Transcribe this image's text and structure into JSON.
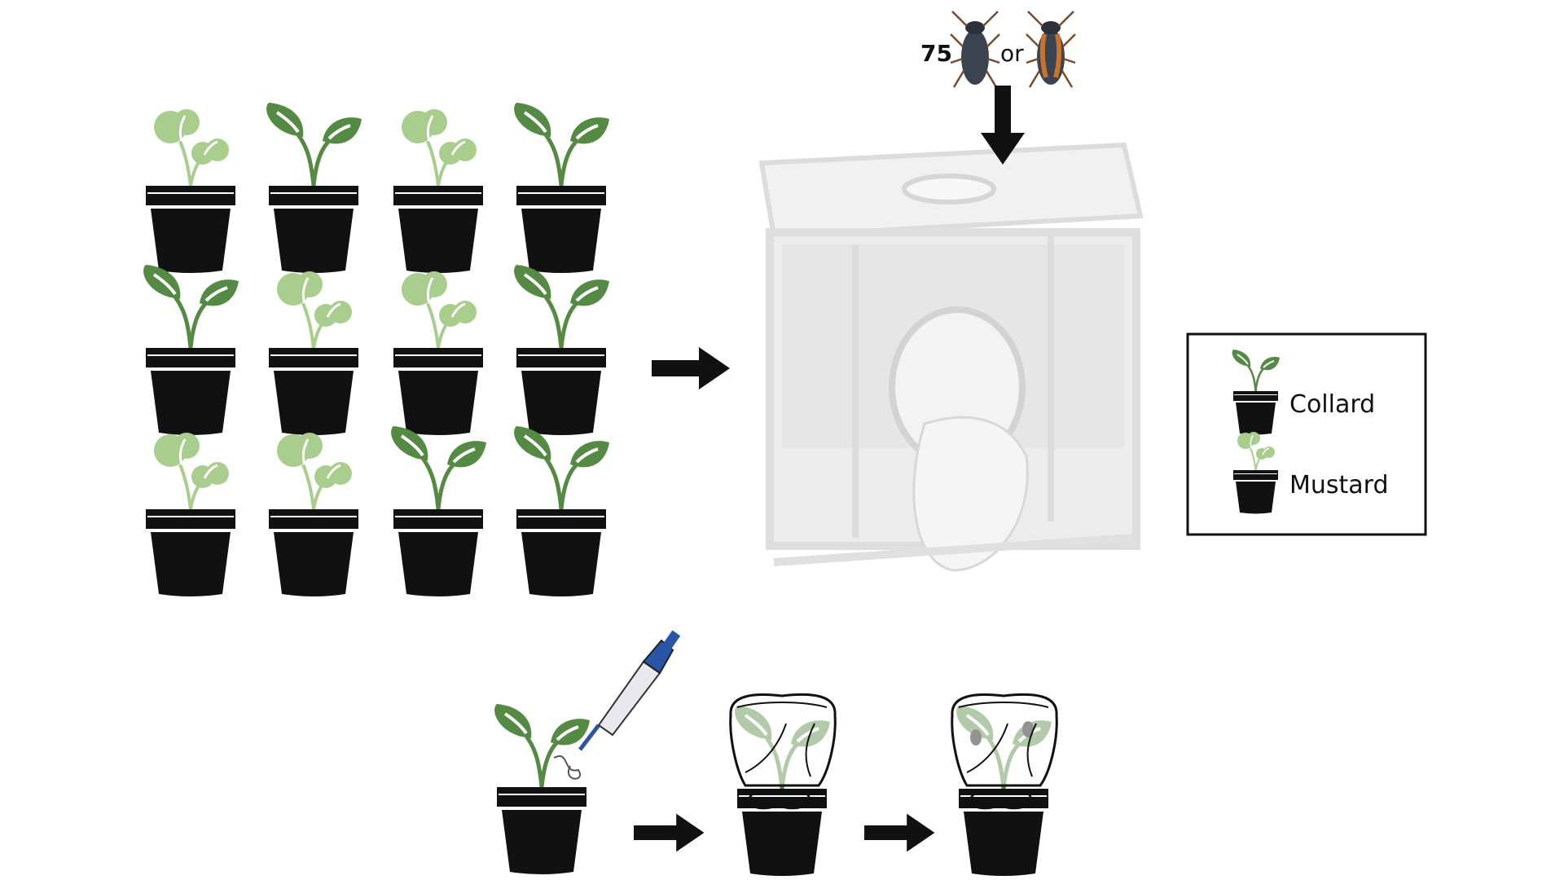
{
  "beetle_count": "75",
  "beetle_connector": "or",
  "legend": {
    "items": [
      {
        "label": "Collard"
      },
      {
        "label": "Mustard"
      }
    ]
  },
  "grid": {
    "rows": [
      [
        "mustard",
        "collard",
        "mustard",
        "collard"
      ],
      [
        "collard",
        "mustard",
        "mustard",
        "collard"
      ],
      [
        "mustard",
        "mustard",
        "collard",
        "collard"
      ]
    ]
  },
  "colors": {
    "collard": "#548a43",
    "mustard": "#a9cd8c",
    "pot": "#111111",
    "beetle_dark": "#3b4250",
    "beetle_stripe": "#c8732c",
    "pipette_blue": "#2855a8"
  }
}
